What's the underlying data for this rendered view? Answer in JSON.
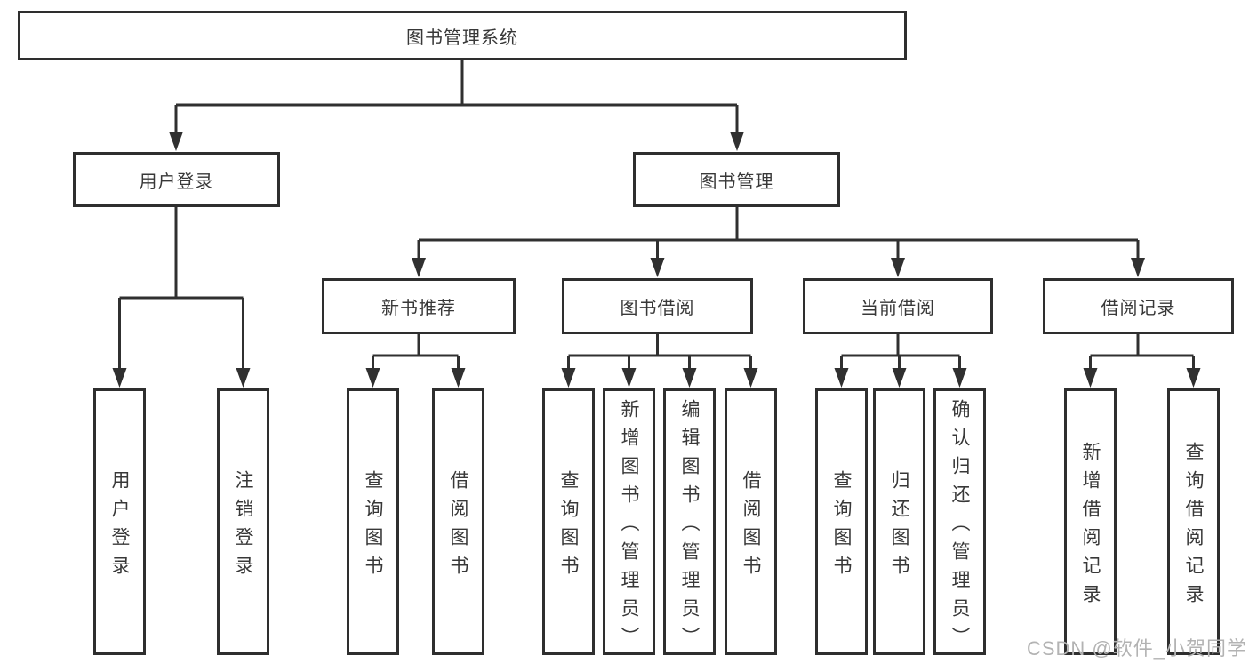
{
  "diagram": {
    "title": "图书管理系统",
    "branches": [
      {
        "label": "用户登录",
        "children": [
          "用户登录",
          "注销登录"
        ]
      },
      {
        "label": "图书管理",
        "modules": [
          {
            "label": "新书推荐",
            "children": [
              "查询图书",
              "借阅图书"
            ]
          },
          {
            "label": "图书借阅",
            "children": [
              "查询图书",
              "新增图书（管理员）",
              "编辑图书（管理员）",
              "借阅图书"
            ]
          },
          {
            "label": "当前借阅",
            "children": [
              "查询图书",
              "归还图书",
              "确认归还（管理员）"
            ]
          },
          {
            "label": "借阅记录",
            "children": [
              "新增借阅记录",
              "查询借阅记录"
            ]
          }
        ]
      }
    ]
  },
  "colors": {
    "line": "#303030",
    "box_border": "#2e2e2e",
    "box_fill": "#ffffff",
    "text": "#383838",
    "watermark": "#b3b3b3"
  },
  "watermark": {
    "text": "CSDN @软件_小贺同学"
  }
}
